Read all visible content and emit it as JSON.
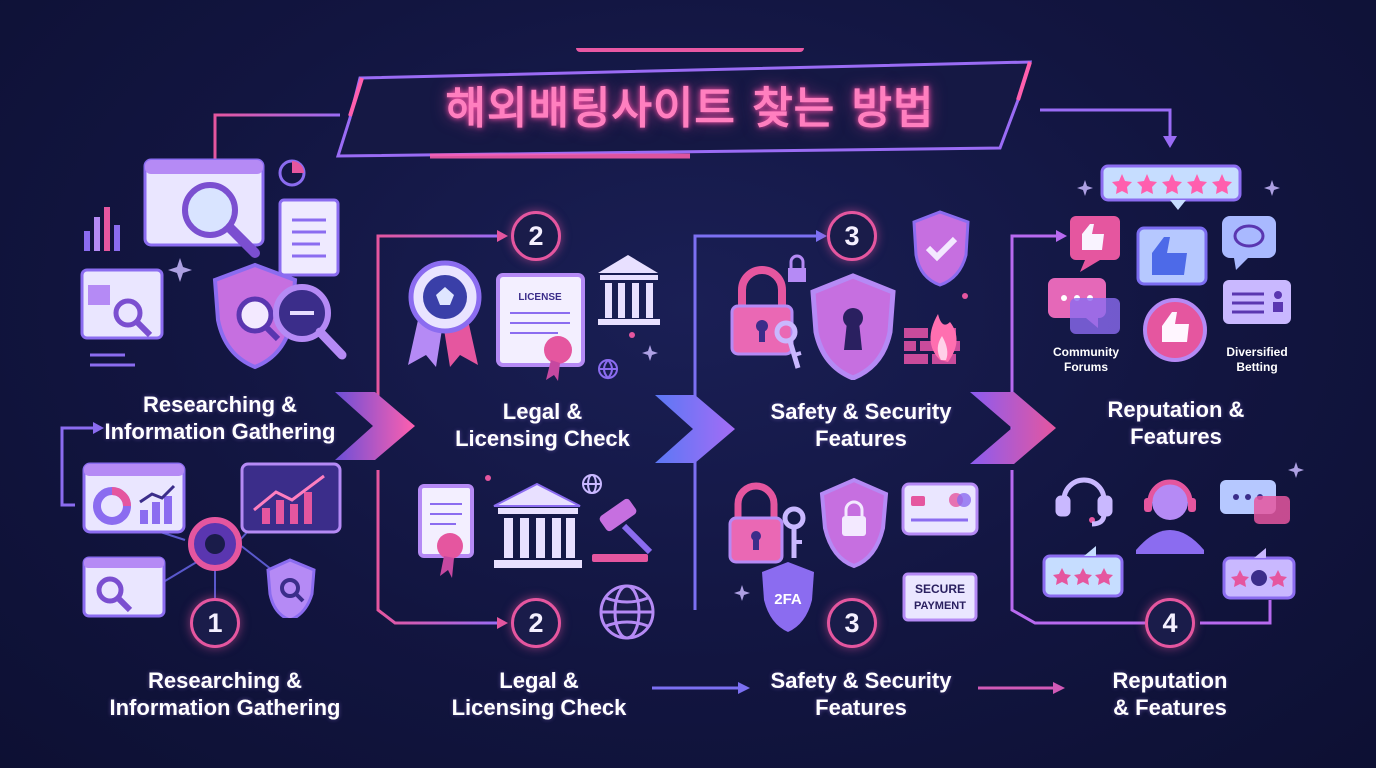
{
  "title": "해외배팅사이트 찾는 방법",
  "top_steps": [
    {
      "number": "",
      "label_l1": "Researching &",
      "label_l2": "Information Gathering"
    },
    {
      "number": "2",
      "label_l1": "Legal &",
      "label_l2": "Licensing Check"
    },
    {
      "number": "3",
      "label_l1": "Safety & Security",
      "label_l2": "Features"
    },
    {
      "number": "",
      "label_l1": "Reputation &",
      "label_l2": "Features"
    }
  ],
  "bottom_steps": [
    {
      "number": "1",
      "label_l1": "Researching &",
      "label_l2": "Information Gathering"
    },
    {
      "number": "2",
      "label_l1": "Legal &",
      "label_l2": "Licensing Check"
    },
    {
      "number": "3",
      "label_l1": "Safety & Security",
      "label_l2": "Features"
    },
    {
      "number": "4",
      "label_l1": "Reputation",
      "label_l2": "& Features"
    }
  ],
  "icon_texts": {
    "license": "LICENSE",
    "twofa": "2FA",
    "secure_l1": "SECURE",
    "secure_l2": "PAYMENT",
    "community_l1": "Community",
    "community_l2": "Forums",
    "diversified_l1": "Diversified",
    "diversified_l2": "Betting"
  },
  "colors": {
    "background": "#121540",
    "pink": "#e5569f",
    "purple": "#8b6cf0",
    "lavender": "#c9b8ff",
    "title": "#ff7fbf"
  }
}
